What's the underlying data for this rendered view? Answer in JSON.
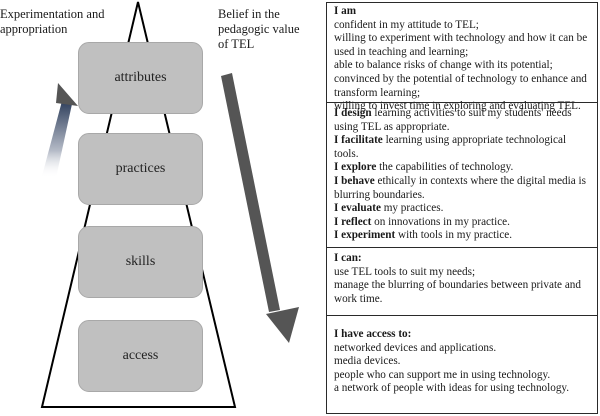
{
  "left_labels": {
    "experimentation": "Experimentation and appropriation",
    "belief": "Belief in the pedagogic value of TEL"
  },
  "levels": [
    {
      "id": "attributes",
      "label": "attributes"
    },
    {
      "id": "practices",
      "label": "practices"
    },
    {
      "id": "skills",
      "label": "skills"
    },
    {
      "id": "access",
      "label": "access"
    }
  ],
  "arrows": {
    "up": {
      "icon": "up-arrow-icon",
      "meaning": "Experimentation and appropriation"
    },
    "down": {
      "icon": "down-arrow-icon",
      "meaning": "Belief in the pedagogic value of TEL"
    }
  },
  "colors": {
    "box_fill": "#c0c0c0",
    "box_border": "#a8a8a8",
    "down_arrow": "#555555",
    "up_arrow_dark": "#2f3f5c",
    "outline": "#000000"
  },
  "panel": {
    "attributes": {
      "heading": "I am",
      "lines": [
        "confident in my attitude to TEL;",
        "willing to experiment with technology and how it can be",
        "used in teaching and learning;",
        "able to balance risks of change with its potential;",
        "convinced by the potential of technology to enhance and",
        "transform learning;",
        "willing to invest time in exploring and evaluating TEL."
      ]
    },
    "practices": {
      "items": [
        {
          "verb": "I design",
          "rest": " learning activities to suit my students' needs",
          "cont": "using TEL as appropriate."
        },
        {
          "verb": "I facilitate",
          "rest": " learning using appropriate technological",
          "cont": "tools."
        },
        {
          "verb": "I explore",
          "rest": " the capabilities of technology.",
          "cont": ""
        },
        {
          "verb": "I behave",
          "rest": " ethically in contexts where the digital media is",
          "cont": "blurring boundaries."
        },
        {
          "verb": "I evaluate",
          "rest": " my practices.",
          "cont": ""
        },
        {
          "verb": "I reflect",
          "rest": " on innovations in my practice.",
          "cont": ""
        },
        {
          "verb": "I experiment",
          "rest": " with tools in my practice.",
          "cont": ""
        }
      ]
    },
    "skills": {
      "heading": "I can:",
      "lines": [
        "use TEL tools to suit my needs;",
        "manage the blurring of boundaries between private and",
        "work time."
      ]
    },
    "access": {
      "heading": "I have access to:",
      "lines": [
        "networked devices and applications.",
        "media devices.",
        "people who can support me in using technology.",
        "a network of people with ideas for using technology."
      ]
    }
  }
}
